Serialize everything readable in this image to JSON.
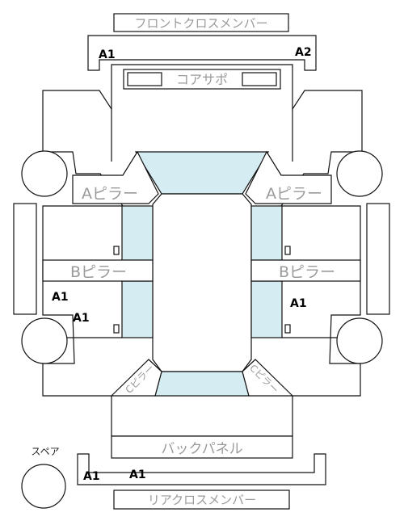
{
  "colors": {
    "line": "#111111",
    "glass": "#d6ecf3",
    "label_gray": "#9a9a9a",
    "mark": "#000000"
  },
  "parts": {
    "front_cross_member": "フロントクロスメンバー",
    "core_support": "コアサポ",
    "a_pillar_left": "Aピラー",
    "a_pillar_right": "Aピラー",
    "b_pillar_left": "Bピラー",
    "b_pillar_right": "Bピラー",
    "c_pillar_left": "Cピラー",
    "c_pillar_right": "Cピラー",
    "back_panel": "バックパネル",
    "spare": "スペア",
    "rear_cross_member": "リアクロスメンバー"
  },
  "marks": [
    {
      "id": "front-left",
      "text": "A1"
    },
    {
      "id": "front-right",
      "text": "A2"
    },
    {
      "id": "left-rear-door-upper",
      "text": "A1"
    },
    {
      "id": "left-rear-door-lower",
      "text": "A1"
    },
    {
      "id": "right-rear-door",
      "text": "A1"
    },
    {
      "id": "rear-left",
      "text": "A1"
    },
    {
      "id": "rear-mid",
      "text": "A1"
    }
  ]
}
